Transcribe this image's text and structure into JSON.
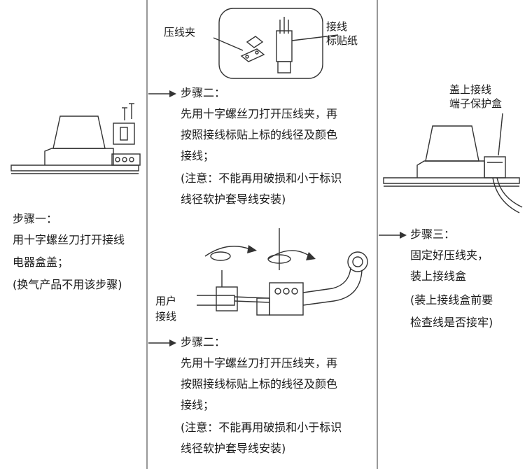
{
  "step_one": {
    "title": "步骤一：",
    "lines": [
      "用十字螺丝刀打开接线",
      "电器盒盖；",
      "(换气产品不用该步骤)"
    ]
  },
  "callout_top": {
    "left_label": "压线夹",
    "right_label_1": "接线",
    "right_label_2": "标贴纸"
  },
  "step_two_a": {
    "title": "步骤二：",
    "lines": [
      "先用十字螺丝刀打开压线夹，再",
      "按照接线标贴上标的线径及颜色",
      "接线；",
      "(注意：不能再用破损和小于标识",
      "线径软护套导线安装)"
    ]
  },
  "user_wiring_label": [
    "用户",
    "接线"
  ],
  "step_two_b": {
    "title": "步骤二：",
    "lines": [
      "先用十字螺丝刀打开压线夹，再",
      "按照接线标贴上标的线径及颜色",
      "接线；",
      "(注意：不能再用破损和小于标识",
      "线径软护套导线安装)"
    ]
  },
  "step_three": {
    "title": "步骤三：",
    "lines": [
      "固定好压线夹，",
      "装上接线盒",
      "(装上接线盒前要",
      "检查线是否接牢)"
    ],
    "label_1": "盖上接线",
    "label_2": "端子保护盒"
  }
}
